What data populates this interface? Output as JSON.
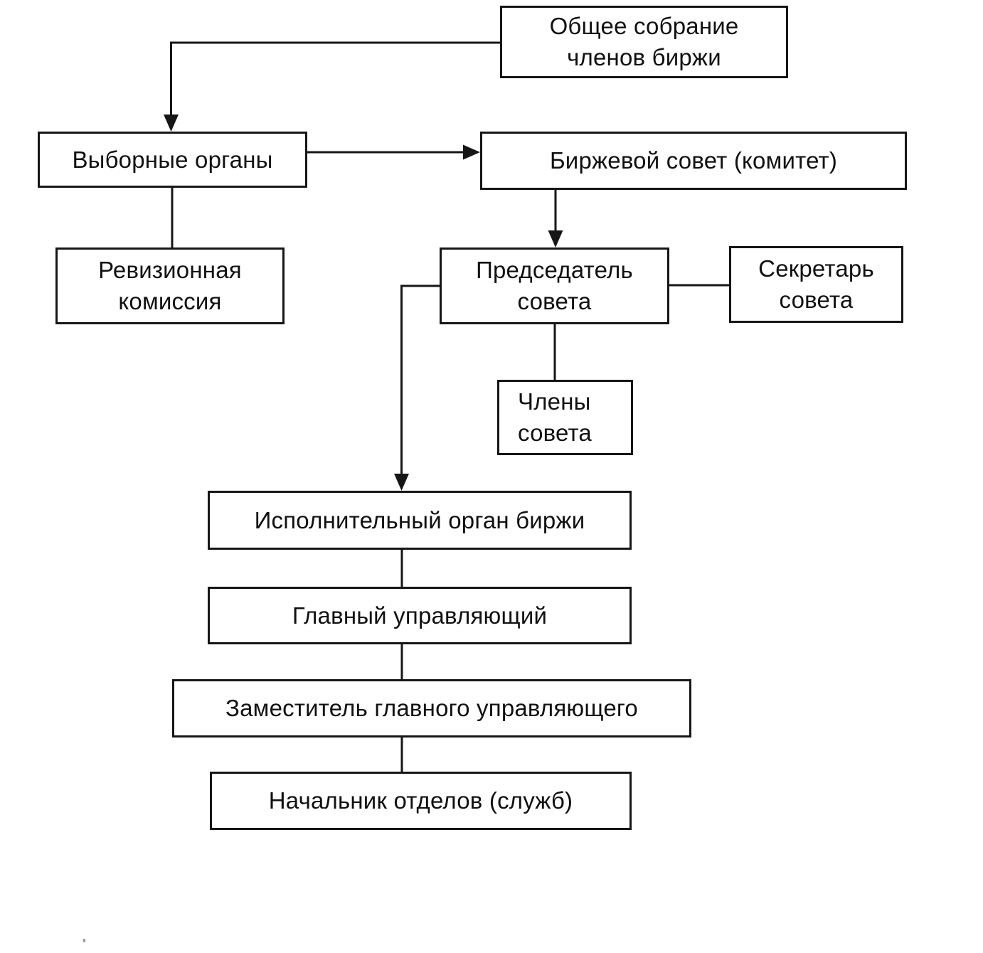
{
  "colors": {
    "background": "#ffffff",
    "line": "#161616",
    "box_border": "#161616",
    "box_background": "#ffffff",
    "text": "#111111"
  },
  "diagram": {
    "type": "org-flowchart",
    "language": "ru",
    "nodes": {
      "general_meeting": {
        "label": "Общее собрание\nчленов биржи"
      },
      "elected_bodies": {
        "label": "Выборные органы"
      },
      "audit_commission": {
        "label": "Ревизионная\nкомиссия"
      },
      "exchange_council": {
        "label": "Биржевой совет (комитет)"
      },
      "council_chairman": {
        "label": "Председатель\nсовета"
      },
      "council_secretary": {
        "label": "Секретарь\nсовета"
      },
      "council_members": {
        "label": "Члены\nсовета"
      },
      "executive_body": {
        "label": "Исполнительный орган биржи"
      },
      "chief_manager": {
        "label": "Главный управляющий"
      },
      "deputy_manager": {
        "label": "Заместитель главного управляющего"
      },
      "dept_head": {
        "label": "Начальник отделов (служб)"
      }
    },
    "edges": [
      {
        "from": "general_meeting",
        "to": "elected_bodies",
        "arrow": true,
        "route": "left-then-down"
      },
      {
        "from": "elected_bodies",
        "to": "exchange_council",
        "arrow": true,
        "route": "horizontal"
      },
      {
        "from": "elected_bodies",
        "to": "audit_commission",
        "arrow": false,
        "route": "vertical"
      },
      {
        "from": "exchange_council",
        "to": "council_chairman",
        "arrow": true,
        "route": "vertical"
      },
      {
        "from": "council_chairman",
        "to": "council_secretary",
        "arrow": false,
        "route": "horizontal"
      },
      {
        "from": "council_chairman",
        "to": "council_members",
        "arrow": false,
        "route": "vertical"
      },
      {
        "from": "council_chairman",
        "to": "executive_body",
        "arrow": true,
        "route": "left-then-down"
      },
      {
        "from": "executive_body",
        "to": "chief_manager",
        "arrow": false,
        "route": "vertical"
      },
      {
        "from": "chief_manager",
        "to": "deputy_manager",
        "arrow": false,
        "route": "vertical"
      },
      {
        "from": "deputy_manager",
        "to": "dept_head",
        "arrow": false,
        "route": "vertical"
      }
    ]
  }
}
